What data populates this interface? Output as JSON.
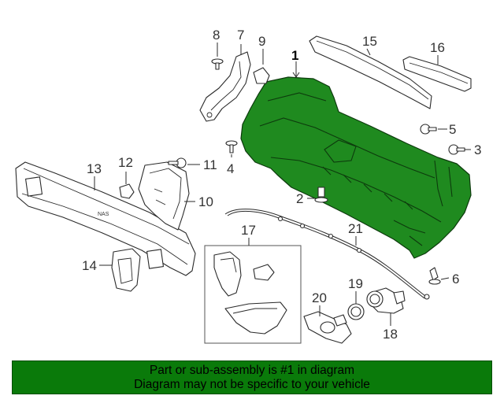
{
  "diagram": {
    "callouts": {
      "c1": "1",
      "c2": "2",
      "c3": "3",
      "c4": "4",
      "c5": "5",
      "c6": "6",
      "c7": "7",
      "c8": "8",
      "c9": "9",
      "c10": "10",
      "c11": "11",
      "c12": "12",
      "c13": "13",
      "c14": "14",
      "c15": "15",
      "c16": "16",
      "c17": "17",
      "c18": "18",
      "c19": "19",
      "c20": "20",
      "c21": "21"
    },
    "stamp": "NAS",
    "highlight_color": "#1f8a1f"
  },
  "notice": {
    "line1": "Part or sub-assembly is #1 in diagram",
    "line2": "Diagram may not be specific to your vehicle",
    "background": "#0a7a0a"
  }
}
